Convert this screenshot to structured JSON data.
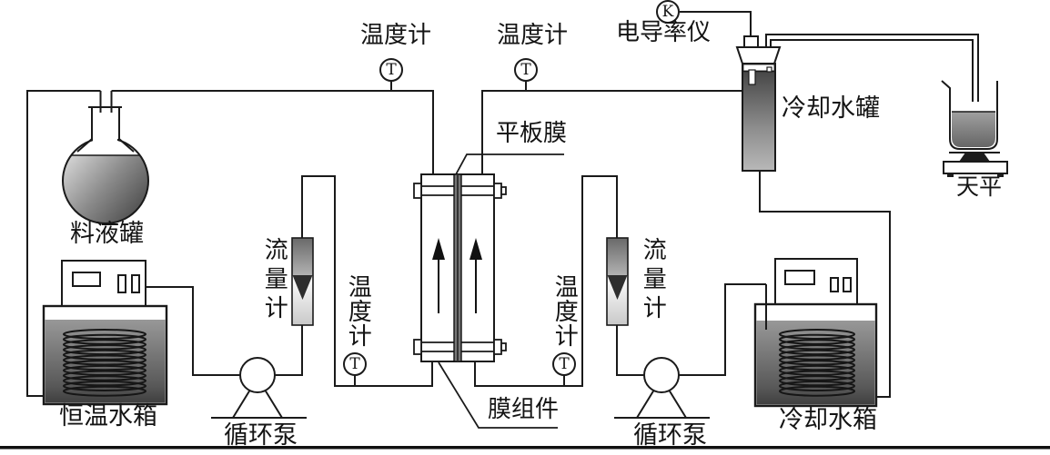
{
  "diagram": {
    "type": "membrane-distillation-experiment-schematic",
    "labels": {
      "thermometer_top_left": "温度计",
      "thermometer_top_mid": "温度计",
      "conductivity_meter": "电导率仪",
      "cooling_water_collector": "冷却水罐",
      "balance": "天平",
      "flat_membrane": "平板膜",
      "feed_tank": "料液罐",
      "flowmeter_left": "流量计",
      "flowmeter_right": "流量计",
      "thermometer_mid_left": "温度计",
      "thermometer_mid_right": "温度计",
      "hot_water_bath": "恒温水箱",
      "circulation_pump_left": "循环泵",
      "circulation_pump_right": "循环泵",
      "cooling_water_bath": "冷却水箱",
      "membrane_module": "膜组件"
    },
    "symbols": {
      "thermometer": "T",
      "conductivity": "K"
    },
    "colors": {
      "line": "#1a1a1a",
      "membrane": "#777777",
      "liquid_dark": "#4f4f4f",
      "liquid_light": "#dcdcdc"
    }
  }
}
